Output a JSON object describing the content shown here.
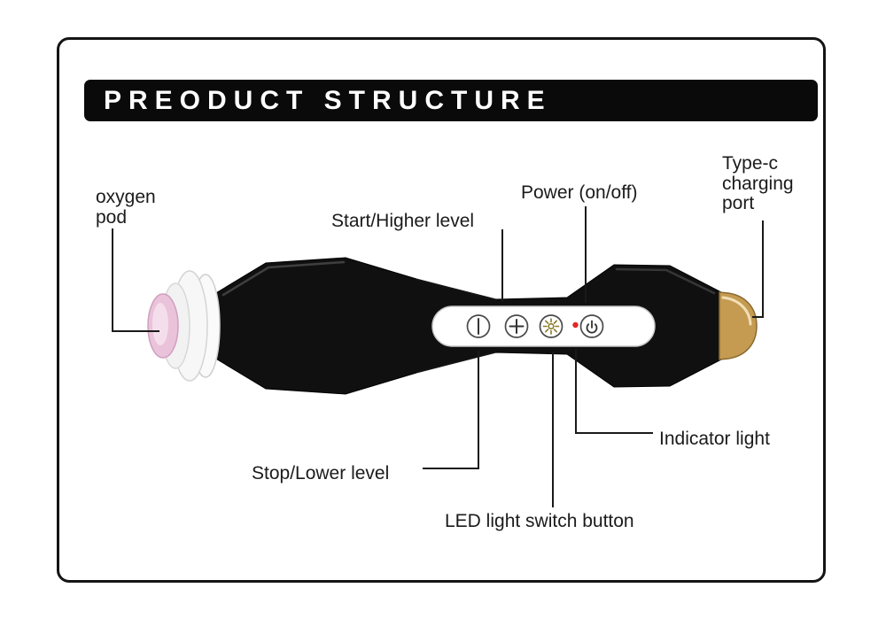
{
  "title_banner": {
    "title": "PREODUCT STRUCTURE"
  },
  "labels": {
    "oxygen_pod": {
      "line1": "oxygen",
      "line2": "pod"
    },
    "start_higher": "Start/Higher level",
    "power": "Power (on/off)",
    "type_c": {
      "line1": "Type-c",
      "line2": "charging",
      "line3": "port"
    },
    "indicator": "Indicator light",
    "stop_lower": "Stop/Lower level",
    "led_switch": "LED light switch button"
  },
  "device": {
    "colors": {
      "body": "#101010",
      "gold": "#c59b52",
      "gold_edge": "#8a6a2e",
      "pod_pink": "#eac3da",
      "pod_pink_light": "#f7e3ef",
      "panel": "#ffffff",
      "panel_edge": "#c9c9c9",
      "button_stroke": "#4a4a4a",
      "glyph": "#333333",
      "led_glyph": "#8a7a26",
      "indicator_red": "#e02828",
      "line": "#1a1a1a"
    },
    "buttons": [
      {
        "name": "stop-lower-button",
        "glyph": "vertical-bar-circle"
      },
      {
        "name": "start-higher-button",
        "glyph": "plus-circle"
      },
      {
        "name": "led-light-button",
        "glyph": "starburst-circle"
      },
      {
        "name": "power-button",
        "glyph": "power-symbol-circle"
      }
    ]
  }
}
